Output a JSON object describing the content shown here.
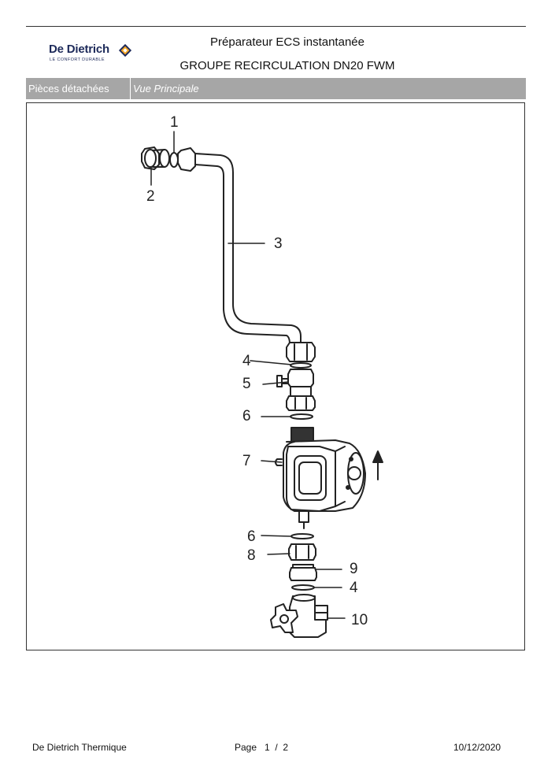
{
  "brand": {
    "name": "De Dietrich",
    "tagline": "LE CONFORT DURABLE",
    "mark_color": "#f5a623",
    "mark_color2": "#1d2a5a"
  },
  "header": {
    "title": "Préparateur ECS instantanée",
    "subtitle": "GROUPE RECIRCULATION DN20 FWM"
  },
  "section": {
    "left_label": "Pièces détachées",
    "right_label": "Vue Principale",
    "bar_color": "#a6a6a6"
  },
  "diagram": {
    "labels": [
      "1",
      "2",
      "3",
      "4",
      "5",
      "6",
      "7",
      "6",
      "8",
      "9",
      "4",
      "10"
    ]
  },
  "footer": {
    "company": "De Dietrich Thermique",
    "page": "Page   1  /  2",
    "date": "10/12/2020"
  }
}
